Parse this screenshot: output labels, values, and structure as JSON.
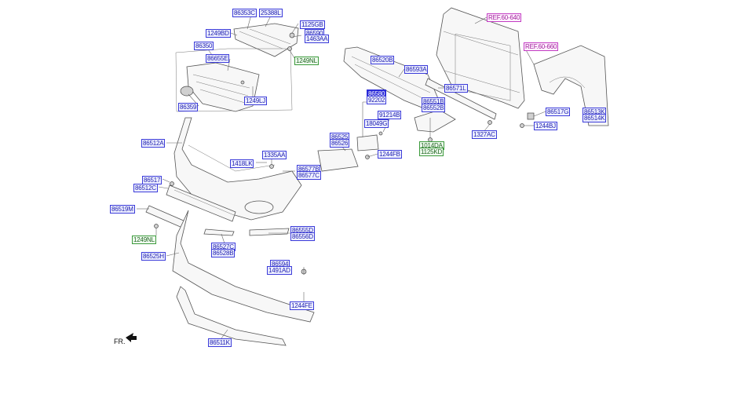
{
  "diagram": {
    "labels": {
      "p86353C": "86353C",
      "p25388L": "25388L",
      "p1125GB": "1125GB",
      "p1249BD": "1249BD",
      "p86590": "86590",
      "p1463AA": "1463AA",
      "p86350": "86350",
      "p86655E": "86655E",
      "p1249NL_top": "1249NL",
      "p1249LJ": "1249LJ",
      "p86359": "86359",
      "p86512A": "86512A",
      "p1335AA": "1335AA",
      "p1418LK": "1418LK",
      "p86577B": "86577B",
      "p86577C": "86577C",
      "p86517": "86517",
      "p86512C": "86512C",
      "p86519M": "86519M",
      "p1249NL_bottom": "1249NL",
      "p86525H": "86525H",
      "p86527C": "86527C",
      "p86528B": "86528B",
      "p86555D": "86555D",
      "p86556D": "86556D",
      "p86594": "86594",
      "p1491AD": "1491AD",
      "p1244FE": "1244FE",
      "p86511K": "86511K",
      "p86520B": "86520B",
      "p86593A": "86593A",
      "p86580": "86580",
      "p92202": "92202",
      "p91214B": "91214B",
      "p18049G": "18049G",
      "p86525": "86525",
      "p86526": "86526",
      "p1244FB": "1244FB",
      "p86551B": "86551B",
      "p86552B": "86552B",
      "p1014DA": "1014DA",
      "p1125KD": "1125KD",
      "p86571L": "86571L",
      "p1327AC": "1327AC",
      "ref60_640": "REF.60-640",
      "ref60_660": "REF.60-660",
      "p86517G": "86517G",
      "p86513K": "86513K",
      "p86514K": "86514K",
      "p1244BJ": "1244BJ"
    },
    "front_marker": "FR."
  }
}
